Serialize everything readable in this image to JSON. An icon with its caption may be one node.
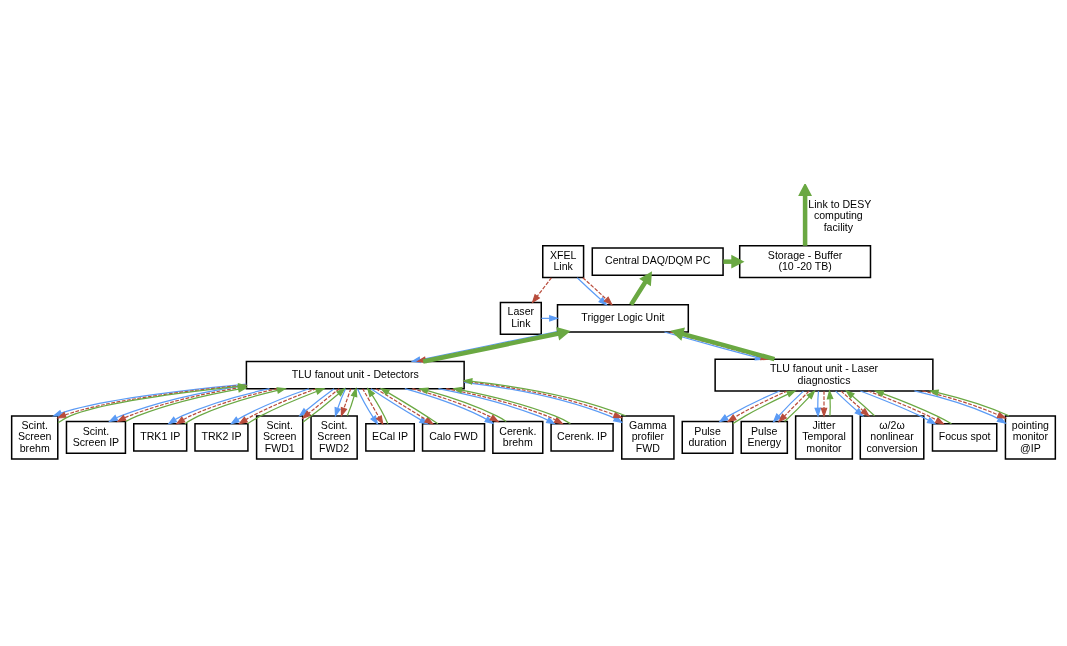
{
  "diagram": {
    "nodes": [
      {
        "text": [
          "XFEL Link"
        ]
      },
      {
        "text": [
          "Laser Link"
        ]
      },
      {
        "text": [
          "Central DAQ/DQM PC"
        ]
      },
      {
        "text": [
          "Storage - Buffer (10 -20 TB)"
        ]
      },
      {
        "text": [
          "Trigger Logic Unit"
        ]
      },
      {
        "text": [
          "TLU fanout unit - Detectors"
        ]
      },
      {
        "text": [
          "TLU fanout unit - Laser diagnostics"
        ]
      },
      {
        "text": [
          "Scint. Screen brehm"
        ]
      },
      {
        "text": [
          "Scint. Screen IP"
        ]
      },
      {
        "text": [
          "TRK1 IP"
        ]
      },
      {
        "text": [
          "TRK2 IP"
        ]
      },
      {
        "text": [
          "Scint. Screen FWD1"
        ]
      },
      {
        "text": [
          "Scint. Screen FWD2"
        ]
      },
      {
        "text": [
          "ECal IP"
        ]
      },
      {
        "text": [
          "Calo FWD"
        ]
      },
      {
        "text": [
          "Cerenk. brehm"
        ]
      },
      {
        "text": [
          "Cerenk. IP"
        ]
      },
      {
        "text": [
          "Gamma profiler FWD"
        ]
      },
      {
        "text": [
          "Pulse duration"
        ]
      },
      {
        "text": [
          "Pulse Energy"
        ]
      },
      {
        "text": [
          "Jitter Temporal monitor"
        ]
      },
      {
        "text": [
          "ω/2ω nonlinear conversion"
        ]
      },
      {
        "text": [
          "Focus spot"
        ]
      },
      {
        "text": [
          "pointing monitor @IP"
        ]
      }
    ],
    "edges": [
      {
        "from": 0,
        "to": 4,
        "arrow": "to",
        "color": "#5b9bf5"
      },
      {
        "from": 0,
        "to": 4,
        "arrow": "to",
        "style": "dashed",
        "color": "#b84c3c"
      },
      {
        "from": 0,
        "to": 1,
        "arrow": "to",
        "style": "dashed",
        "color": "#b84c3c"
      },
      {
        "from": 1,
        "to": 4,
        "arrow": "to",
        "color": "#5b9bf5"
      },
      {
        "from": 4,
        "to": 2,
        "arrow": "to",
        "style": "thick",
        "color": "#6aa842"
      },
      {
        "from": 2,
        "to": 3,
        "arrow": "to",
        "style": "thick",
        "color": "#6aa842"
      },
      {
        "from": 3,
        "to": null,
        "arrow": "to",
        "style": "thick",
        "color": "#6aa842",
        "label": "Link to DESY computing facility"
      },
      {
        "from": 4,
        "to": 5,
        "arrow": "to",
        "color": "#5b9bf5"
      },
      {
        "from": 4,
        "to": 5,
        "arrow": "to",
        "style": "dashed",
        "color": "#b84c3c"
      },
      {
        "from": 5,
        "to": 4,
        "arrow": "to",
        "style": "thick",
        "color": "#6aa842"
      },
      {
        "from": 4,
        "to": 6,
        "arrow": "to",
        "color": "#5b9bf5"
      },
      {
        "from": 4,
        "to": 6,
        "arrow": "to",
        "style": "dashed",
        "color": "#b84c3c"
      },
      {
        "from": 6,
        "to": 4,
        "arrow": "to",
        "style": "thick",
        "color": "#6aa842"
      },
      {
        "from": 5,
        "to": 7,
        "arrow": "to",
        "color": "#5b9bf5"
      },
      {
        "from": 5,
        "to": 7,
        "arrow": "to",
        "style": "dashed",
        "color": "#b84c3c"
      },
      {
        "from": 7,
        "to": 5,
        "arrow": "to",
        "color": "#6aa842"
      },
      {
        "from": 5,
        "to": 8,
        "arrow": "to",
        "color": "#5b9bf5"
      },
      {
        "from": 5,
        "to": 8,
        "arrow": "to",
        "style": "dashed",
        "color": "#b84c3c"
      },
      {
        "from": 8,
        "to": 5,
        "arrow": "to",
        "color": "#6aa842"
      },
      {
        "from": 5,
        "to": 9,
        "arrow": "to",
        "color": "#5b9bf5"
      },
      {
        "from": 5,
        "to": 9,
        "arrow": "to",
        "style": "dashed",
        "color": "#b84c3c"
      },
      {
        "from": 9,
        "to": 5,
        "arrow": "to",
        "color": "#6aa842"
      },
      {
        "from": 5,
        "to": 10,
        "arrow": "to",
        "color": "#5b9bf5"
      },
      {
        "from": 5,
        "to": 10,
        "arrow": "to",
        "style": "dashed",
        "color": "#b84c3c"
      },
      {
        "from": 10,
        "to": 5,
        "arrow": "to",
        "color": "#6aa842"
      },
      {
        "from": 5,
        "to": 11,
        "arrow": "to",
        "color": "#5b9bf5"
      },
      {
        "from": 5,
        "to": 11,
        "arrow": "to",
        "style": "dashed",
        "color": "#b84c3c"
      },
      {
        "from": 11,
        "to": 5,
        "arrow": "to",
        "color": "#6aa842"
      },
      {
        "from": 5,
        "to": 12,
        "arrow": "to",
        "color": "#5b9bf5"
      },
      {
        "from": 5,
        "to": 12,
        "arrow": "to",
        "style": "dashed",
        "color": "#b84c3c"
      },
      {
        "from": 12,
        "to": 5,
        "arrow": "to",
        "color": "#6aa842"
      },
      {
        "from": 5,
        "to": 13,
        "arrow": "to",
        "color": "#5b9bf5"
      },
      {
        "from": 5,
        "to": 13,
        "arrow": "to",
        "style": "dashed",
        "color": "#b84c3c"
      },
      {
        "from": 13,
        "to": 5,
        "arrow": "to",
        "color": "#6aa842"
      },
      {
        "from": 5,
        "to": 14,
        "arrow": "to",
        "color": "#5b9bf5"
      },
      {
        "from": 5,
        "to": 14,
        "arrow": "to",
        "style": "dashed",
        "color": "#b84c3c"
      },
      {
        "from": 14,
        "to": 5,
        "arrow": "to",
        "color": "#6aa842"
      },
      {
        "from": 5,
        "to": 15,
        "arrow": "to",
        "color": "#5b9bf5"
      },
      {
        "from": 5,
        "to": 15,
        "arrow": "to",
        "style": "dashed",
        "color": "#b84c3c"
      },
      {
        "from": 15,
        "to": 5,
        "arrow": "to",
        "color": "#6aa842"
      },
      {
        "from": 5,
        "to": 16,
        "arrow": "to",
        "color": "#5b9bf5"
      },
      {
        "from": 5,
        "to": 16,
        "arrow": "to",
        "style": "dashed",
        "color": "#b84c3c"
      },
      {
        "from": 16,
        "to": 5,
        "arrow": "to",
        "color": "#6aa842"
      },
      {
        "from": 5,
        "to": 17,
        "arrow": "to",
        "color": "#5b9bf5"
      },
      {
        "from": 5,
        "to": 17,
        "arrow": "to",
        "style": "dashed",
        "color": "#b84c3c"
      },
      {
        "from": 17,
        "to": 5,
        "arrow": "to",
        "color": "#6aa842"
      },
      {
        "from": 6,
        "to": 18,
        "arrow": "to",
        "color": "#5b9bf5"
      },
      {
        "from": 6,
        "to": 18,
        "arrow": "to",
        "style": "dashed",
        "color": "#b84c3c"
      },
      {
        "from": 18,
        "to": 6,
        "arrow": "to",
        "color": "#6aa842"
      },
      {
        "from": 6,
        "to": 19,
        "arrow": "to",
        "color": "#5b9bf5"
      },
      {
        "from": 6,
        "to": 19,
        "arrow": "to",
        "style": "dashed",
        "color": "#b84c3c"
      },
      {
        "from": 19,
        "to": 6,
        "arrow": "to",
        "color": "#6aa842"
      },
      {
        "from": 6,
        "to": 20,
        "arrow": "to",
        "color": "#5b9bf5"
      },
      {
        "from": 6,
        "to": 20,
        "arrow": "to",
        "style": "dashed",
        "color": "#b84c3c"
      },
      {
        "from": 20,
        "to": 6,
        "arrow": "to",
        "color": "#6aa842"
      },
      {
        "from": 6,
        "to": 21,
        "arrow": "to",
        "color": "#5b9bf5"
      },
      {
        "from": 6,
        "to": 21,
        "arrow": "to",
        "style": "dashed",
        "color": "#b84c3c"
      },
      {
        "from": 21,
        "to": 6,
        "arrow": "to",
        "color": "#6aa842"
      },
      {
        "from": 6,
        "to": 22,
        "arrow": "to",
        "color": "#5b9bf5"
      },
      {
        "from": 6,
        "to": 22,
        "arrow": "to",
        "style": "dashed",
        "color": "#b84c3c"
      },
      {
        "from": 22,
        "to": 6,
        "arrow": "to",
        "color": "#6aa842"
      },
      {
        "from": 6,
        "to": 23,
        "arrow": "to",
        "color": "#5b9bf5"
      },
      {
        "from": 6,
        "to": 23,
        "arrow": "to",
        "style": "dashed",
        "color": "#b84c3c"
      },
      {
        "from": 23,
        "to": 6,
        "arrow": "to",
        "color": "#6aa842"
      }
    ]
  }
}
